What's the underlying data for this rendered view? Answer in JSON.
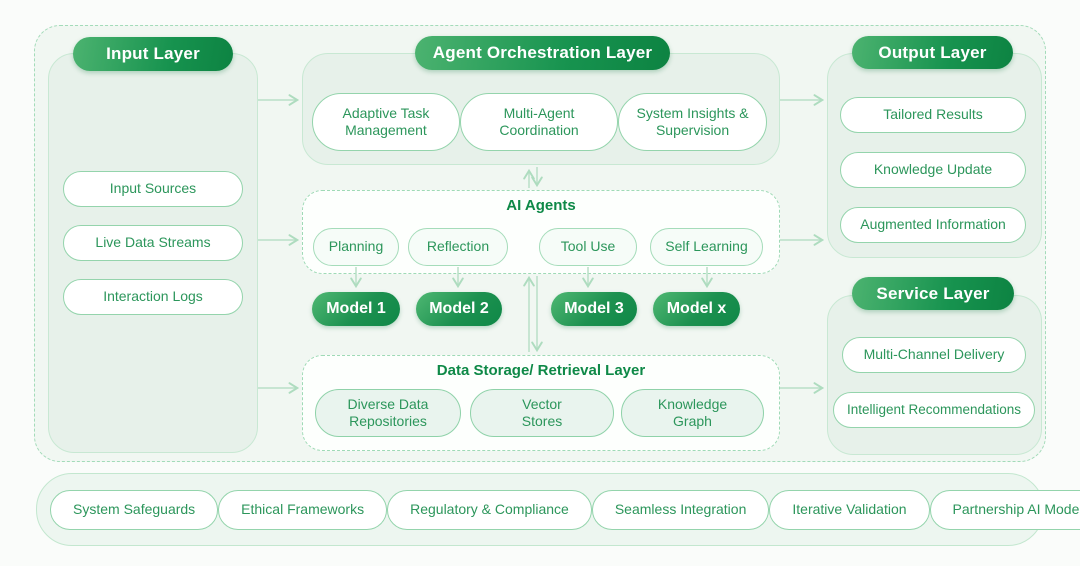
{
  "colors": {
    "brand_green_dark": "#0d8342",
    "brand_green_light": "#4cb370",
    "node_text_green": "#2c965b",
    "border_green": "#94d4ac",
    "dashed_green": "#9fdab6",
    "panel_fill": "#e7f1ea",
    "arrow_green": "#b2ddc2"
  },
  "input_layer": {
    "title": "Input Layer",
    "items": [
      "Input Sources",
      "Live Data Streams",
      "Interaction Logs"
    ]
  },
  "orchestration_layer": {
    "title": "Agent Orchestration Layer",
    "items": [
      "Adaptive Task Management",
      "Multi-Agent Coordination",
      "System Insights & Supervision"
    ]
  },
  "ai_agents": {
    "title": "AI Agents",
    "agents": [
      "Planning",
      "Reflection",
      "Tool Use",
      "Self Learning"
    ],
    "models": [
      "Model 1",
      "Model 2",
      "Model 3",
      "Model x"
    ]
  },
  "data_storage": {
    "title": "Data Storage/ Retrieval Layer",
    "items": [
      "Diverse Data Repositories",
      "Vector Stores",
      "Knowledge Graph"
    ]
  },
  "output_layer": {
    "title": "Output Layer",
    "items": [
      "Tailored Results",
      "Knowledge Update",
      "Augmented Information"
    ]
  },
  "service_layer": {
    "title": "Service Layer",
    "items": [
      "Multi-Channel Delivery",
      "Intelligent Recommendations"
    ]
  },
  "foundation": {
    "items": [
      "System Safeguards",
      "Ethical Frameworks",
      "Regulatory & Compliance",
      "Seamless Integration",
      "Iterative Validation",
      "Partnership AI Models"
    ]
  }
}
